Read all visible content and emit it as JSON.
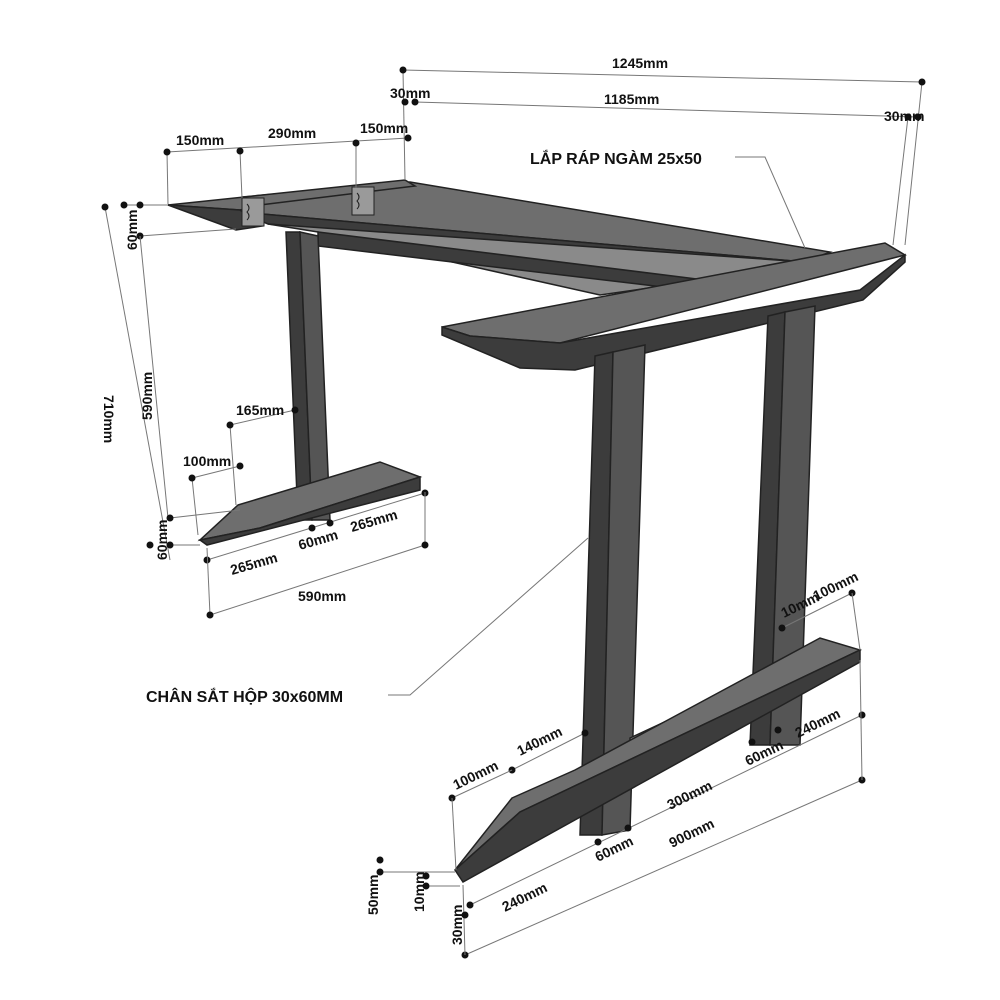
{
  "notes": {
    "joint": "LẮP RÁP NGÀM 25x50",
    "leg": "CHÂN SẮT HỘP 30x60MM"
  },
  "top_dims": {
    "overall": "1245mm",
    "inner": "1185mm",
    "left_cap": "30mm",
    "right_cap": "30mm",
    "overhang_a": "150mm",
    "span": "290mm",
    "overhang_b": "150mm"
  },
  "left_frame_dims": {
    "height": "710mm",
    "top_thickness": "60mm",
    "leg_height": "590mm",
    "foot_thickness": "60mm",
    "foot_step": "165mm",
    "foot_taper": "100mm",
    "foot_left": "265mm",
    "leg_width": "60mm",
    "foot_right": "265mm",
    "foot_length": "590mm"
  },
  "right_frame_dims": {
    "gap_10": "10mm",
    "taper_100": "100mm",
    "taper_140": "140mm",
    "front_taper": "100mm",
    "leg_a": "60mm",
    "inner_span": "300mm",
    "leg_b": "60mm",
    "end_240": "240mm",
    "overall_900": "900mm",
    "front_240": "240mm",
    "height_50": "50mm",
    "thick_10": "10mm",
    "base_30": "30mm"
  }
}
